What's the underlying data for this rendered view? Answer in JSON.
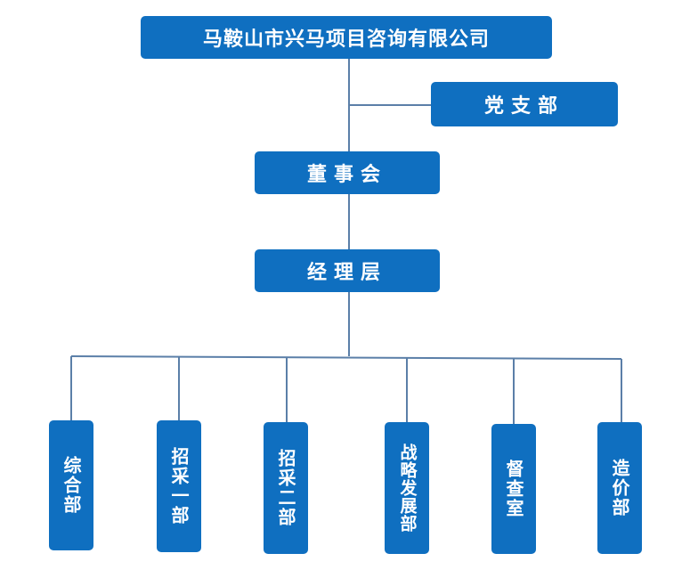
{
  "company": "马鞍山市兴马项目咨询有限公司",
  "party_branch": "党支部",
  "board": "董事会",
  "management": "经理层",
  "departments": [
    "综合部",
    "招采一部",
    "招采二部",
    "战略发展部",
    "督查室",
    "造价部"
  ],
  "colors": {
    "box_fill": "#0f6fc0",
    "box_text": "#ffffff",
    "connector": "#5b7fa8"
  }
}
